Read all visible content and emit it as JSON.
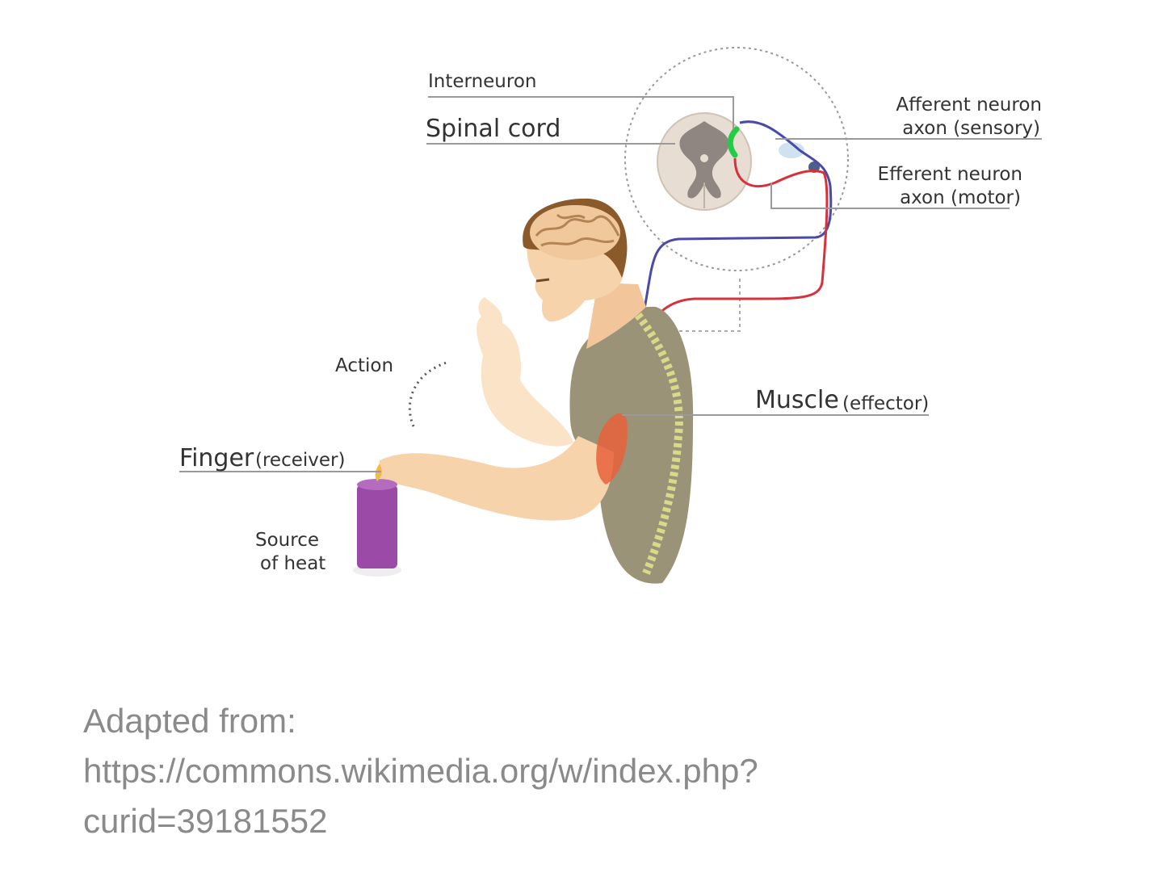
{
  "diagram": {
    "labels": {
      "interneuron": "Interneuron",
      "spinal_cord": "Spinal cord",
      "afferent_line1": "Afferent neuron",
      "afferent_line2": "axon (sensory)",
      "efferent_line1": "Efferent neuron",
      "efferent_line2": "axon (motor)",
      "action": "Action",
      "muscle": "Muscle",
      "muscle_sub": "(effector)",
      "finger": "Finger",
      "finger_sub": "(receiver)",
      "heat_line1": "Source",
      "heat_line2": "of heat"
    },
    "colors": {
      "afferent": "#4a4aa8",
      "efferent": "#d8313b",
      "interneuron": "#22cc44",
      "skin": "#f7d3ab",
      "shirt": "#9b9378",
      "hair": "#8a5a2b",
      "candle": "#9b4aa8"
    }
  },
  "caption": {
    "line1": "Adapted from:",
    "line2": "https://commons.wikimedia.org/w/index.php?",
    "line3": "curid=39181552"
  }
}
